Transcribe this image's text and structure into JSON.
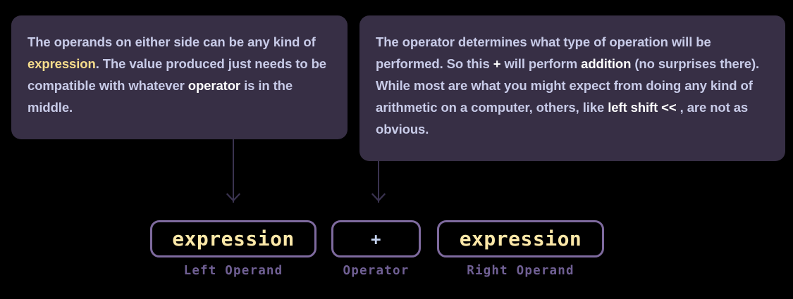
{
  "page": {
    "background": "#000000",
    "card_background": "#372F45",
    "body_text_color": "#C8CBE8",
    "accent_yellow": "#F7DD8C",
    "accent_purple": "#7E6A9E",
    "accent_blue": "#C5D3F0",
    "label_purple": "#6F5F93"
  },
  "callouts": [
    {
      "id": "left-operand-callout",
      "segments": [
        {
          "text": "The operands on either side can be any kind of ",
          "style": "normal"
        },
        {
          "text": "expression",
          "style": "yellow"
        },
        {
          "text": ". The value produced just needs to be compatible with whatever ",
          "style": "normal"
        },
        {
          "text": "operator",
          "style": "strong"
        },
        {
          "text": " is in the middle.",
          "style": "normal"
        }
      ],
      "plain_text": "The operands on either side can be any kind of expression. The value produced just needs to be compatible with whatever operator is in the middle."
    },
    {
      "id": "operator-callout",
      "segments": [
        {
          "text": "The operator determines what type of operation will be performed. So this ",
          "style": "normal"
        },
        {
          "text": "+",
          "style": "strong"
        },
        {
          "text": " will perform ",
          "style": "normal"
        },
        {
          "text": "addition",
          "style": "strong"
        },
        {
          "text": " (no surprises there). While most are what you might expect from doing any kind of arithmetic on a computer, others, like ",
          "style": "normal"
        },
        {
          "text": "left shift <<",
          "style": "strong"
        },
        {
          "text": " , are not as obvious.",
          "style": "normal"
        }
      ],
      "plain_text": "The operator determines what type of operation will be performed. So this + will perform addition (no surprises there). While most are what you might expect from doing any kind of arithmetic on a computer, others, like left shift << , are not as obvious."
    }
  ],
  "arrows": [
    {
      "id": "arrow-to-left-operand",
      "icon": "arrow-down-icon",
      "from": "left-operand-callout",
      "to": "left-operand-token"
    },
    {
      "id": "arrow-to-operator",
      "icon": "arrow-down-icon",
      "from": "operator-callout",
      "to": "operator-token"
    }
  ],
  "expression": {
    "tokens": [
      {
        "id": "left-operand",
        "value": "expression",
        "label": "Left Operand",
        "kind": "operand"
      },
      {
        "id": "operator",
        "value": "+",
        "label": "Operator",
        "kind": "operator"
      },
      {
        "id": "right-operand",
        "value": "expression",
        "label": "Right Operand",
        "kind": "operand"
      }
    ]
  }
}
